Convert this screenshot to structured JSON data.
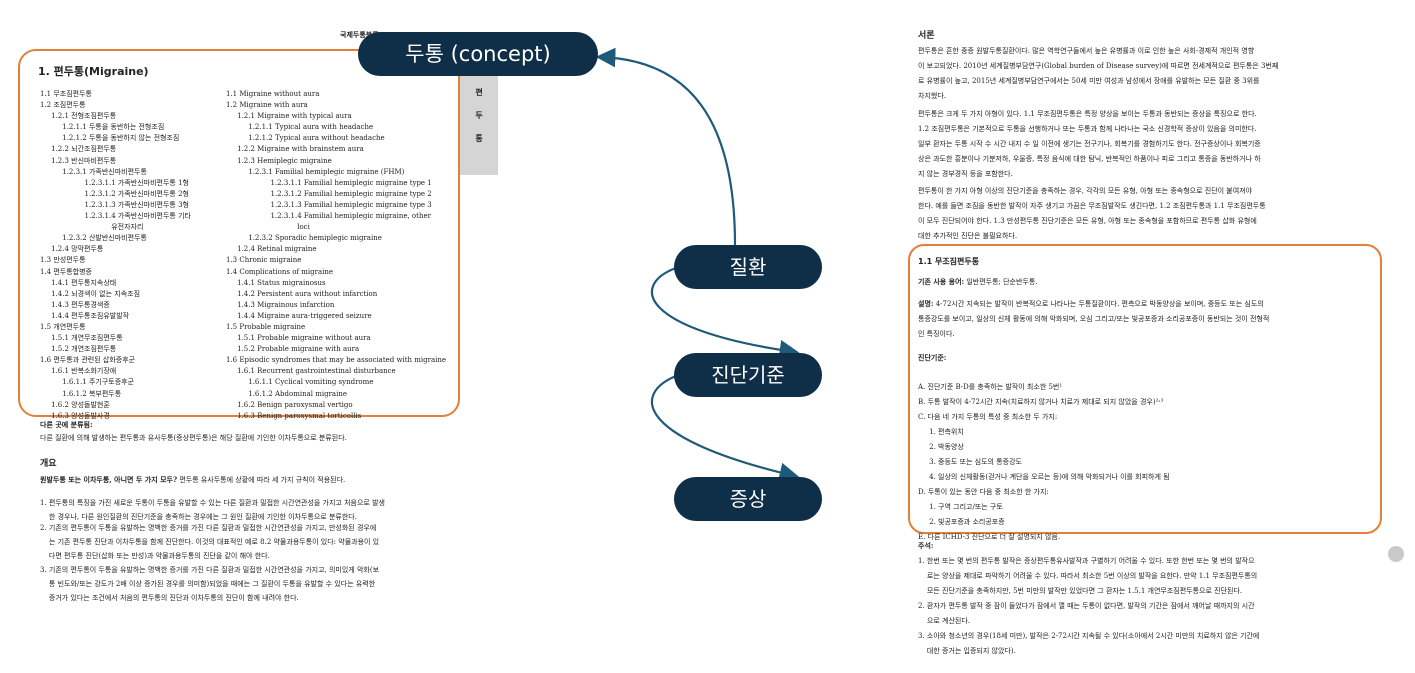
{
  "nodes": {
    "concept": "두통 (concept)",
    "disease": "질환",
    "criteria": "진단기준",
    "symptom": "증상"
  },
  "left_doc": {
    "top_header": "국제두통분류",
    "section_title": "1. 편두통(Migraine)",
    "side_tab": [
      "편",
      "두",
      "통"
    ],
    "korean_list": "1.1 무조짐편두통\n1.2 조짐편두통\n     1.2.1 전형조짐편두통\n          1.2.1.1 두통을 동반하는 전형조짐\n          1.2.1.2 두통을 동반하지 않는 전형조짐\n     1.2.2 뇌간조짐편두통\n     1.2.3 반신마비편두통\n          1.2.3.1 가족반신마비편두통\n                    1.2.3.1.1 가족반신마비편두통 1형\n                    1.2.3.1.2 가족반신마비편두통 2형\n                    1.2.3.1.3 가족반신마비편두통 3형\n                    1.2.3.1.4 가족반신마비편두통 기타\n                                유전자자리\n          1.2.3.2 산발반신마비편두통\n     1.2.4 망막편두통\n1.3 만성편두통\n1.4 편두통합병증\n     1.4.1 편두통지속상태\n     1.4.2 뇌경색이 없는 지속조짐\n     1.4.3 편두통경색증\n     1.4.4 편두통조짐유발발작\n1.5 개연편두통\n     1.5.1 개연무조짐편두통\n     1.5.2 개연조짐편두통\n1.6 편두통과 관련된 삽화증후군\n     1.6.1 반복소화기장애\n          1.6.1.1 주기구토증후군\n          1.6.1.2 복부편두통\n     1.6.2 양성돌발현훈\n     1.6.3 양성돌발사경",
    "english_list": "1.1 Migraine without aura\n1.2 Migraine with aura\n     1.2.1 Migraine with typical aura\n          1.2.1.1 Typical aura with headache\n          1.2.1.2 Typical aura without headache\n     1.2.2 Migraine with brainstem aura\n     1.2.3 Hemiplegic migraine\n          1.2.3.1 Familial hemiplegic migraine (FHM)\n                    1.2.3.1.1 Familial hemiplegic migraine type 1\n                    1.2.3.1.2 Familial hemiplegic migraine type 2\n                    1.2.3.1.3 Familial hemiplegic migraine type 3\n                    1.2.3.1.4 Familial hemiplegic migraine, other\n                                loci\n          1.2.3.2 Sporadic hemiplegic migraine\n     1.2.4 Retinal migraine\n1.3 Chronic migraine\n1.4 Complications of migraine\n     1.4.1 Status migrainosus\n     1.4.2 Persistent aura without infarction\n     1.4.3 Migrainous infarction\n     1.4.4 Migraine aura-triggered seizure\n1.5 Probable migraine\n     1.5.1 Probable migraine without aura\n     1.5.2 Probable migraine with aura\n1.6 Episodic syndromes that may be associated with migraine\n     1.6.1 Recurrent gastrointestinal disturbance\n          1.6.1.1 Cyclical vomiting syndrome\n          1.6.1.2 Abdominal migraine\n     1.6.2 Benign paroxysmal vertigo\n     1.6.3 Benign paroxysmal torticollis",
    "elsewhere_title": "다른 곳에 분류됨:",
    "elsewhere_text": "다른 질환에 의해 발생하는 편두통과 유사두통(증상편두통)은 해당 질환에 기인한 이차두통으로 분류된다.",
    "overview_title": "개요",
    "primary_bold": "원발두통 또는 이차두통, 아니면 두 가지 모두?",
    "primary_rest": " 편두통 유사두통에 상황에 따라 세 가지 규칙이 적용된다.",
    "rules": [
      "1. 편두통의 특징을 가진 새로운 두통이 두통을 유발할 수 있는 다른 질환과 밀접한 시간연관성을 가지고 처음으로 발생\n    한 경우나, 다른 원인질환의 진단기준을 충족하는 경우에는 그 원인 질환에 기인한 이차두통으로 분류한다.",
      "2. 기존의 편두통이 두통을 유발하는 명백한 증거를 가진 다른 질환과 밀접한 시간연관성을 가지고, 만성화된 경우에\n    는 기존 편두통 진단과 이차두통을 함께 진단한다. 이것의 대표적인 예로 8.2 약물과용두통이 있다: 약물과용이 있\n    다면 편두통 진단(삽화 또는 만성)과 약물과용두통의 진단을 같이 해야 한다.",
      "3. 기존의 편두통이 두통을 유발하는 명백한 증거를 가진 다른 질환과 밀접한 시간연관성을 가지고, 의미있게 악화(보\n    통 빈도와/또는 강도가 2배 이상 증가된 경우를 의미함)되었을 때에는 그 질환이 두통을 유발할 수 있다는 유력한\n    증거가 있다는 조건에서 처음의 편두통의 진단과 이차두통의 진단이 함께 내려야 한다."
    ]
  },
  "right_doc": {
    "intro_title": "서론",
    "intro_paras": [
      "편두통은 흔한 중증 원발두통질환이다. 많은 역학연구들에서 높은 유병률과 이로 인한 높은 사회-경제적 개인적 영향\n이 보고되었다. 2010년 세계질병부담연구(Global burden of Disease survey)에 따르면 전세계적으로 편두통은 3번째\n로 유병률이 높고, 2015년 세계질병부담연구에서는 50세 미만 여성과 남성에서 장애를 유발하는 모든 질환 중 3위를\n차지했다.",
      "편두통은 크게 두 가지 아형이 있다. 1.1 무조짐편두통은 특정 양상을 보이는 두통과 동반되는 증상을 특징으로 한다.\n1.2 조짐편두통은 기본적으로 두통을 선행하거나 또는 두통과 함께 나타나는 국소 신경학적 증상이 있음을 의미한다.\n일부 환자는 두통 시작 수 시간 내지 수 일 이전에 생기는 전구기나, 회복기를 경험하기도 한다. 전구증상이나 회복기증\n상은 과도한 흥분이나 기분저하, 우울증, 특정 음식에 대한 탐닉, 반복적인 하품이나 피로 그리고 통증을 동반하거나 하\n지 않는 경부경직 등을 포함한다.",
      "편두통이 한 가지 아형 이상의 진단기준을 충족하는 경우, 각각의 모든 유형, 아형 또는 종속형으로 진단이 붙여져야\n한다. 예를 들면 조짐을 동반한 발작이 자주 생기고 가끔은 무조짐발작도 생긴다면, 1.2 조짐편두통과 1.1 무조짐편두통\n이 모두 진단되어야 한다. 1.3 만성편두통 진단기준은 모든 유형, 아형 또는 종속형을 포함하므로 편두통 삽화 유형에\n대한 추가적인 진단은 불필요하다."
    ],
    "box_title": "1.1 무조짐편두통",
    "prev_term_label": "기존 사용 용어:",
    "prev_term_value": " 일반편두통; 단순반두통.",
    "desc_label": "설명:",
    "desc_value": " 4-72시간 지속되는 발작이 반복적으로 나타나는 두통질환이다. 편측으로 박동양상을 보이며, 중등도 또는 심도의\n통증강도를 보이고, 일상의 신체 활동에 의해 악화되며, 오심 그리고/또는 빛공포증과 소리공포증이 동반되는 것이 전형적\n인 특징이다.",
    "criteria_title": "진단기준:",
    "criteria_lines": [
      "A. 진단기준 B-D를 충족하는 발작이 최소한 5번¹",
      "B. 두통 발작이 4-72시간 지속(치료하지 않거나 치료가 제대로 되지 않았을 경우)²˒³",
      "C. 다음 네 가지 두통의 특성 중 최소한 두 가지:",
      "     1. 편측위치",
      "     2. 박동양상",
      "     3. 중등도 또는 심도의 통증강도",
      "     4. 일상의 신체활동(걷거나 계단을 오르는 등)에 의해 악화되거나 이를 회피하게 됨",
      "D. 두통이 있는 동안 다음 중 최소한 한 가지:",
      "     1. 구역 그리고/또는 구토",
      "     2. 빛공포증과 소리공포증",
      "E. 다른 ICHD-3 진단으로 더 잘 설명되지 않음."
    ],
    "notes_title": "주석:",
    "notes": "1. 한번 또는 몇 번의 편두통 발작은 증상편두통유사발작과 구별하기 어려울 수 있다. 또한 한번 또는 몇 번의 발작으\n    로는 양상을 제대로 파악하기 어려울 수 있다. 따라서 최소한 5번 이상의 발작을 요한다. 만약 1.1 무조짐편두통의\n    모든 진단기준을 충족하지만, 5번 미만의 발작만 있었다면 그 환자는 1.5.1 개연무조짐편두통으로 진단된다.\n2. 환자가 편두통 발작 중 잠이 들었다가 잠에서 깰 때는 두통이 없다면, 발작의 기간은 잠에서 깨어날 때까지의 시간\n    으로 계산된다.\n3. 소아와 청소년의 경우(18세 미만), 발작은 2-72시간 지속될 수 있다(소아에서 2시간 미만의 치료하지 않은 기간에\n    대한 증거는 입증되지 않았다)."
  },
  "colors": {
    "pill": "#0f2e47",
    "highlight_box": "#e0803a",
    "arrow": "#1f5a7a"
  }
}
